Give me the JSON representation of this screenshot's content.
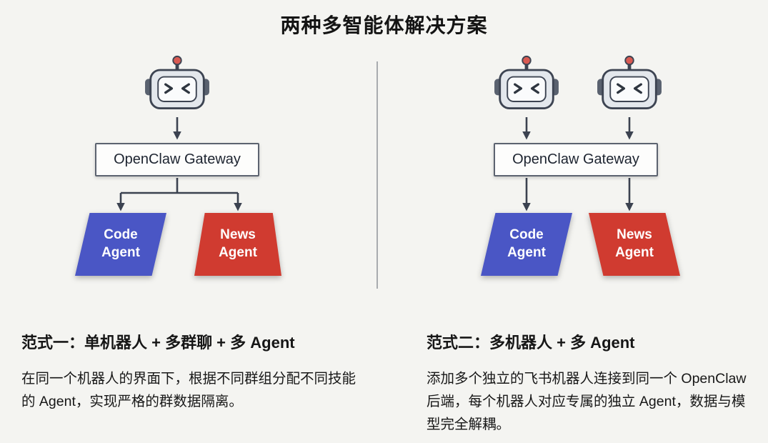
{
  "title": "两种多智能体解决方案",
  "panels": [
    {
      "robots": 1,
      "gateway": "OpenClaw Gateway",
      "agents": [
        {
          "line1": "Code",
          "line2": "Agent"
        },
        {
          "line1": "News",
          "line2": "Agent"
        }
      ],
      "heading": "范式一：单机器人 + 多群聊 + 多 Agent",
      "description": "在同一个机器人的界面下，根据不同群组分配不同技能的 Agent，实现严格的群数据隔离。"
    },
    {
      "robots": 2,
      "gateway": "OpenClaw Gateway",
      "agents": [
        {
          "line1": "Code",
          "line2": "Agent"
        },
        {
          "line1": "News",
          "line2": "Agent"
        }
      ],
      "heading": "范式二：多机器人 + 多 Agent",
      "description": "添加多个独立的飞书机器人连接到同一个 OpenClaw 后端，每个机器人对应专属的独立 Agent，数据与模型完全解耦。"
    }
  ],
  "colors": {
    "background": "#f4f4f1",
    "code_agent": "#4a56c5",
    "news_agent": "#d03b30",
    "connector": "#3b4250",
    "antenna_dot": "#d95a52"
  },
  "icons": {
    "robot": "robot-head-icon"
  }
}
